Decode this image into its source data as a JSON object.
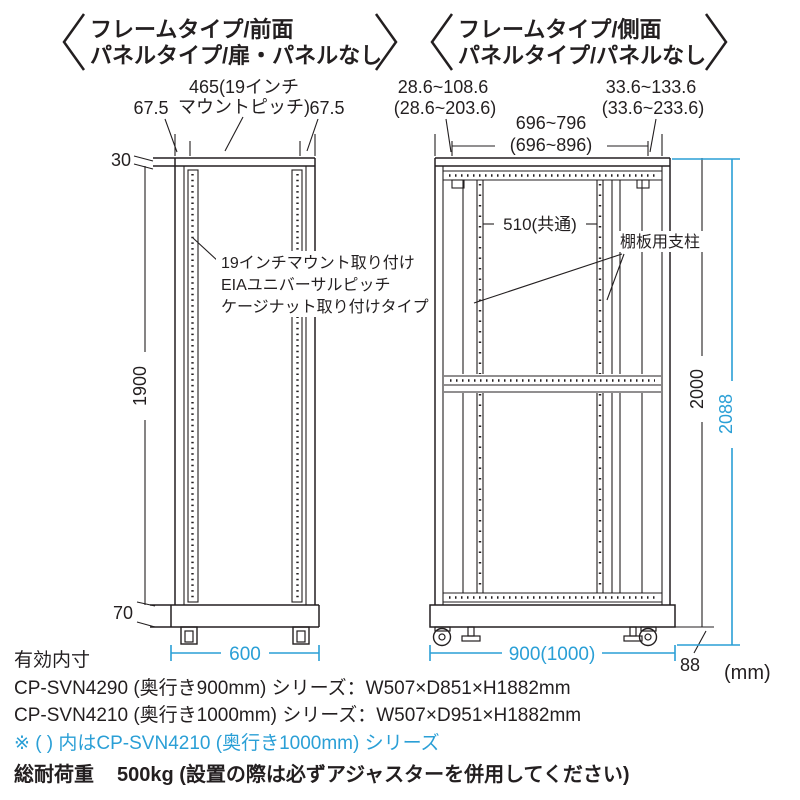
{
  "colors": {
    "line": "#231f20",
    "accent": "#2a9fd6"
  },
  "header_front": {
    "line1": "フレームタイプ/前面",
    "line2": "パネルタイプ/扉・パネルなし"
  },
  "header_side": {
    "line1": "フレームタイプ/側面",
    "line2": "パネルタイプ/パネルなし"
  },
  "front_view": {
    "dim_465_line1": "465(19インチ",
    "dim_465_line2": "マウントピッチ)",
    "dim_67_left": "67.5",
    "dim_67_right": "67.5",
    "dim_30": "30",
    "dim_1900": "1900",
    "dim_70": "70",
    "dim_600": "600",
    "note_line1": "19インチマウント取り付け",
    "note_line2": "EIAユニバーサルピッチ",
    "note_line3": "ケージナット取り付けタイプ"
  },
  "side_view": {
    "dim_front_offset_line1": "28.6~108.6",
    "dim_front_offset_line2": "(28.6~203.6)",
    "dim_depth_line1": "696~796",
    "dim_depth_line2": "(696~896)",
    "dim_rear_offset_line1": "33.6~133.6",
    "dim_rear_offset_line2": "(33.6~233.6)",
    "dim_510": "510(共通)",
    "label_shelf_post": "棚板用支柱",
    "dim_900": "900(1000)",
    "dim_2000": "2000",
    "dim_2088": "2088",
    "dim_88": "88"
  },
  "footer": {
    "unit": "(mm)",
    "effective_title": "有効内寸",
    "series_900": "CP-SVN4290 (奥行き900mm) シリーズ：W507×D851×H1882mm",
    "series_1000": "CP-SVN4210 (奥行き1000mm) シリーズ：W507×D951×H1882mm",
    "note_blue": "※ ( ) 内はCP-SVN4210 (奥行き1000mm) シリーズ",
    "load_label": "総耐荷重",
    "load_value": "500kg (設置の際は必ずアジャスターを併用してください)"
  }
}
